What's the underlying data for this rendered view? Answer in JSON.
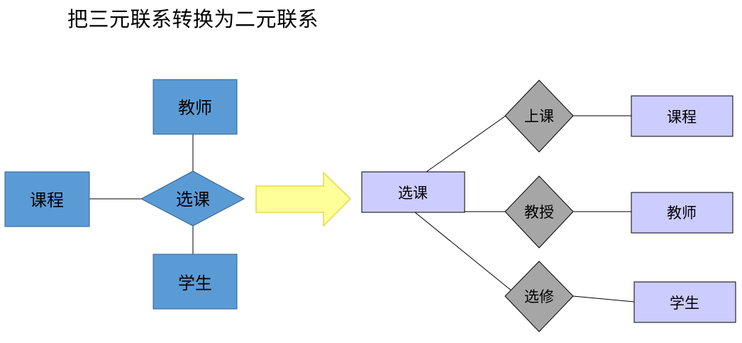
{
  "title": "把三元联系转换为二元联系",
  "left": {
    "entities": {
      "teacher": "教师",
      "course": "课程",
      "student": "学生"
    },
    "relationship": "选课"
  },
  "right": {
    "entity": "选课",
    "relationships": {
      "teach": "上课",
      "instruct": "教授",
      "study": "选修"
    },
    "targets": {
      "course": "课程",
      "teacher": "教师",
      "student": "学生"
    }
  },
  "colors": {
    "left_fill": "#5B9BD5",
    "left_stroke": "#2F5F8F",
    "right_entity_fill": "#CCCCFF",
    "diamond_fill": "#A6A6A6",
    "arrow_fill": "#FFFF99",
    "arrow_stroke": "#E6D84A"
  }
}
